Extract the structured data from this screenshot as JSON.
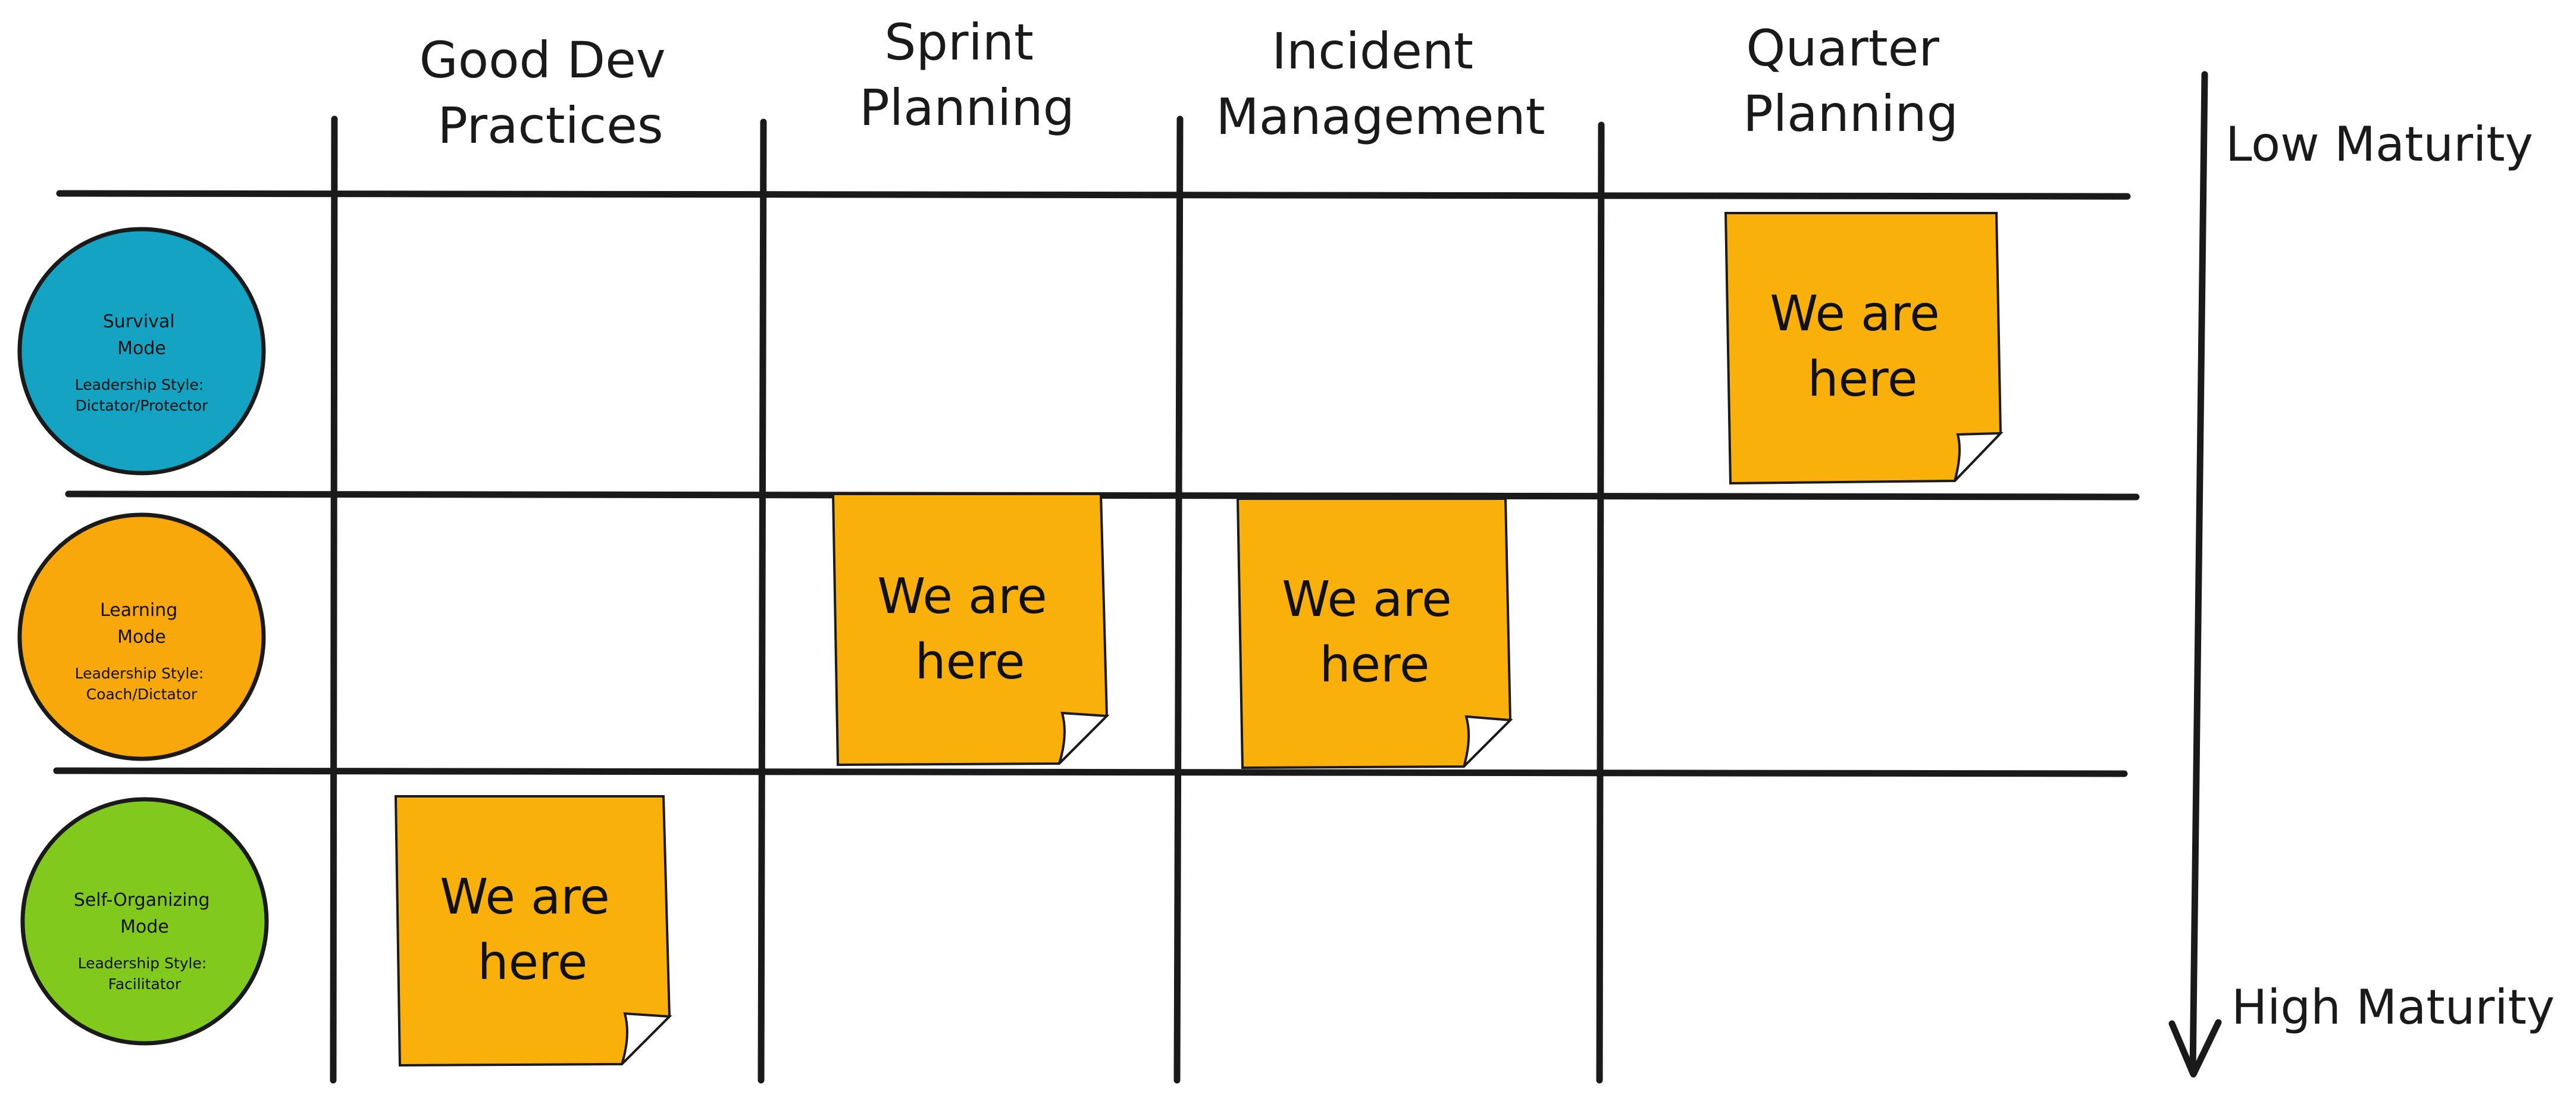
{
  "columns": [
    {
      "lines": [
        "Good Dev",
        "Practices"
      ]
    },
    {
      "lines": [
        "Sprint",
        "Planning"
      ]
    },
    {
      "lines": [
        "Incident",
        "Management"
      ]
    },
    {
      "lines": [
        "Quarter",
        "Planning"
      ]
    }
  ],
  "rows": [
    {
      "title_lines": [
        "Survival",
        "Mode"
      ],
      "style_lines": [
        "Leadership Style:",
        "Dictator/Protector"
      ],
      "color": "#15a3c3"
    },
    {
      "title_lines": [
        "Learning",
        "Mode"
      ],
      "style_lines": [
        "Leadership Style:",
        "Coach/Dictator"
      ],
      "color": "#f9a80b"
    },
    {
      "title_lines": [
        "Self-Organizing",
        "Mode"
      ],
      "style_lines": [
        "Leadership Style:",
        "Facilitator"
      ],
      "color": "#82c91e"
    }
  ],
  "sticky_notes": [
    {
      "lines": [
        "We are",
        "here"
      ],
      "column": 3,
      "row": 0
    },
    {
      "lines": [
        "We are",
        "here"
      ],
      "column": 1,
      "row": 1
    },
    {
      "lines": [
        "We are",
        "here"
      ],
      "column": 2,
      "row": 1
    },
    {
      "lines": [
        "We are",
        "here"
      ],
      "column": 0,
      "row": 2
    }
  ],
  "maturity_axis": {
    "top_label": "Low Maturity",
    "bottom_label": "High Maturity"
  },
  "colors": {
    "sticky_note": "#f9b00b",
    "ink": "#1a1a1a"
  }
}
